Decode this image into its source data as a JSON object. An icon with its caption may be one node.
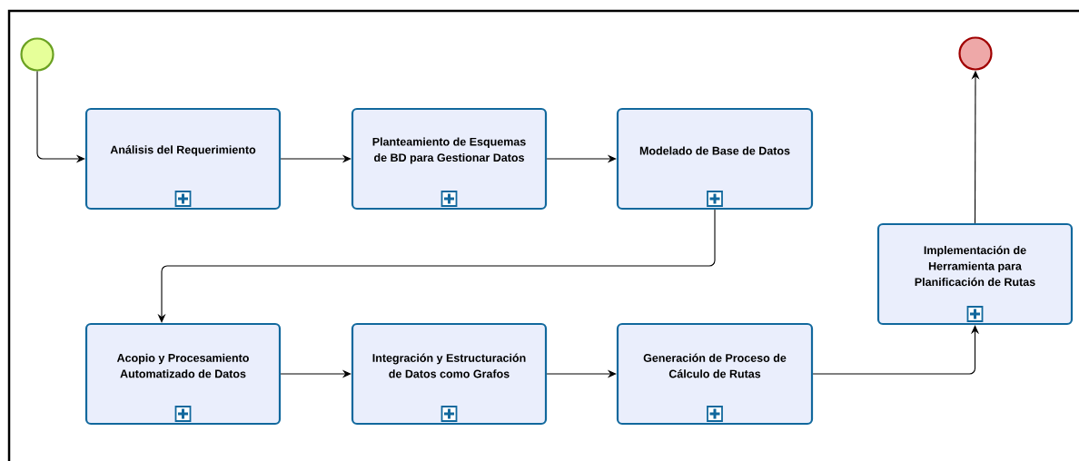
{
  "diagram": {
    "nodes": [
      {
        "text": [],
        "shape": "circle"
      },
      {
        "text": [
          "Análisis del Requerimiento"
        ]
      },
      {
        "text": [
          "Planteamiento de Esquemas de BD para Gestionar Datos"
        ]
      },
      {
        "text": [
          "Modelado de Base de Datos"
        ]
      },
      {
        "text": [
          "Acopio y Procesamiento Automatizado de Datos"
        ]
      },
      {
        "text": [
          "Integración y Estructuración de Datos como Grafos"
        ]
      },
      {
        "text": [
          "Generación de Proceso de Cálculo de Rutas"
        ]
      },
      {
        "text": [
          "Implementación de Herramienta para Planificación de Rutas"
        ]
      },
      {
        "text": [],
        "shape": "circle"
      }
    ],
    "edges": [
      {
        "from": 0,
        "to": 1,
        "arrow": "to"
      },
      {
        "from": 1,
        "to": 2,
        "arrow": "to"
      },
      {
        "from": 2,
        "to": 3,
        "arrow": "to"
      },
      {
        "from": 3,
        "to": 4,
        "arrow": "to"
      },
      {
        "from": 4,
        "to": 5,
        "arrow": "to"
      },
      {
        "from": 5,
        "to": 6,
        "arrow": "to"
      },
      {
        "from": 6,
        "to": 7,
        "arrow": "to"
      },
      {
        "from": 7,
        "to": 8,
        "arrow": "to"
      }
    ]
  }
}
